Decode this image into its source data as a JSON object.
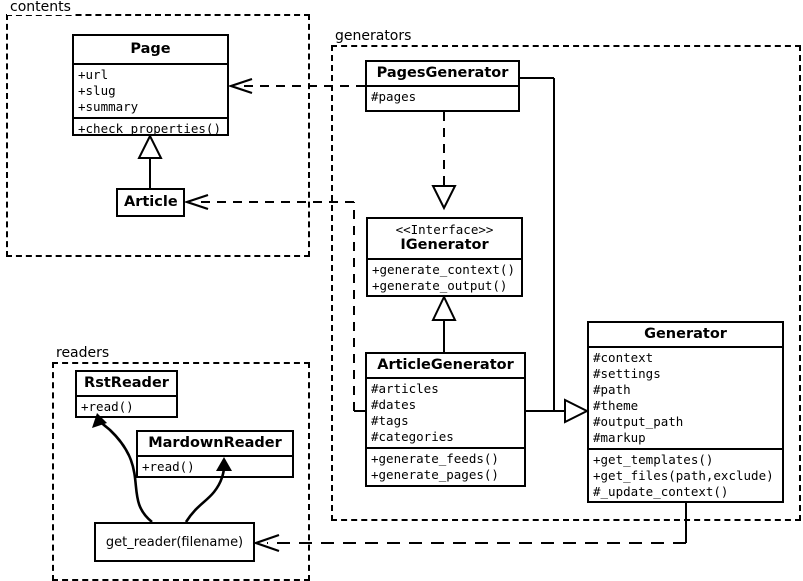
{
  "diagram": {
    "type": "uml-class-diagram",
    "packages": [
      {
        "id": "contents",
        "label": "contents"
      },
      {
        "id": "generators",
        "label": "generators"
      },
      {
        "id": "readers",
        "label": "readers"
      }
    ],
    "classes": [
      {
        "id": "page",
        "name": "Page",
        "stereotype": "",
        "attributes": [
          "+url",
          "+slug",
          "+summary"
        ],
        "operations": [
          "+check_properties()"
        ],
        "package": "contents"
      },
      {
        "id": "article",
        "name": "Article",
        "stereotype": "",
        "attributes": [],
        "operations": [],
        "package": "contents"
      },
      {
        "id": "pages-generator",
        "name": "PagesGenerator",
        "stereotype": "",
        "attributes": [
          "#pages"
        ],
        "operations": [],
        "package": "generators"
      },
      {
        "id": "igenerator",
        "name": "IGenerator",
        "stereotype": "<<Interface>>",
        "attributes": [],
        "operations": [
          "+generate_context()",
          "+generate_output()"
        ],
        "package": "generators"
      },
      {
        "id": "article-generator",
        "name": "ArticleGenerator",
        "stereotype": "",
        "attributes": [
          "#articles",
          "#dates",
          "#tags",
          "#categories"
        ],
        "operations": [
          "+generate_feeds()",
          "+generate_pages()"
        ],
        "package": "generators"
      },
      {
        "id": "generator",
        "name": "Generator",
        "stereotype": "",
        "attributes": [
          "#context",
          "#settings",
          "#path",
          "#theme",
          "#output_path",
          "#markup"
        ],
        "operations": [
          "+get_templates()",
          "+get_files(path,exclude)",
          "#_update_context()"
        ],
        "package": "generators"
      },
      {
        "id": "rst-reader",
        "name": "RstReader",
        "stereotype": "",
        "attributes": [],
        "operations": [
          "+read()"
        ],
        "package": "readers"
      },
      {
        "id": "mardown-reader",
        "name": "MardownReader",
        "stereotype": "",
        "attributes": [],
        "operations": [
          "+read()"
        ],
        "package": "readers"
      },
      {
        "id": "get-reader",
        "name": "get_reader(filename)",
        "stereotype": "",
        "attributes": [],
        "operations": [],
        "package": "readers"
      }
    ],
    "relations": [
      {
        "from": "pages-generator",
        "to": "page",
        "kind": "dependency"
      },
      {
        "from": "article-generator",
        "to": "article",
        "kind": "dependency"
      },
      {
        "from": "article",
        "to": "page",
        "kind": "generalization"
      },
      {
        "from": "pages-generator",
        "to": "igenerator",
        "kind": "realization"
      },
      {
        "from": "article-generator",
        "to": "igenerator",
        "kind": "generalization"
      },
      {
        "from": "pages-generator",
        "to": "generator",
        "kind": "generalization"
      },
      {
        "from": "article-generator",
        "to": "generator",
        "kind": "generalization"
      },
      {
        "from": "generator",
        "to": "get-reader",
        "kind": "dependency"
      }
    ]
  },
  "style": {
    "line_color": "#000000",
    "box_fill": "#ffffff",
    "page_background": "#ffffff"
  }
}
